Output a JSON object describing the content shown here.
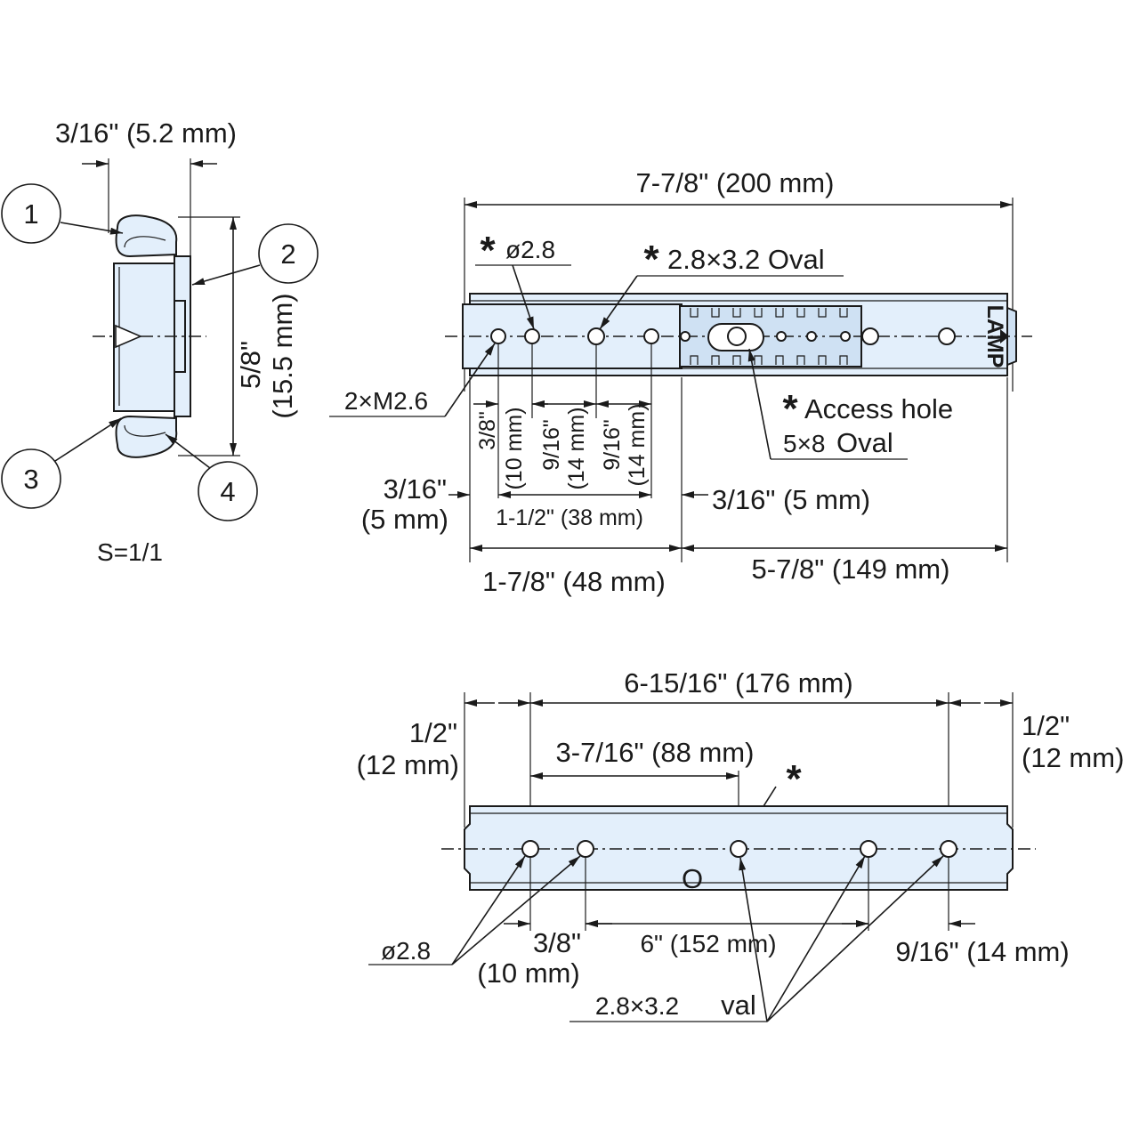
{
  "end_view": {
    "width_label": "3/16\" (5.2 mm)",
    "height_label_in": "5/8\"",
    "height_label_mm": "(15.5 mm)",
    "callouts": [
      "1",
      "2",
      "3",
      "4"
    ],
    "scale": "S=1/1"
  },
  "top_view": {
    "overall_length": "7-7/8\" (200 mm)",
    "star_dia": "ø2.8",
    "oval_note": "2.8×3.2 Oval",
    "screw_note": "2×M2.6",
    "access_hole": "Access hole",
    "access_oval_a": "5×8",
    "access_oval_b": "Oval",
    "dim_38_in": "3/8\"",
    "dim_38_mm": "(10 mm)",
    "dim_916a_in": "9/16\"",
    "dim_916a_mm": "(14 mm)",
    "dim_916b_in": "9/16\"",
    "dim_916b_mm": "(14 mm)",
    "dim_316_left_in": "3/16\"",
    "dim_316_left_mm": "(5 mm)",
    "dim_1_12": "1-1/2\" (38 mm)",
    "dim_316_right": "3/16\" (5 mm)",
    "dim_1_78": "1-7/8\" (48 mm)",
    "dim_5_78": "5-7/8\" (149 mm)",
    "logo": "LAMP"
  },
  "bottom_view": {
    "span_label": "6-15/16\" (176 mm)",
    "left_end_in": "1/2\"",
    "left_end_mm": "(12 mm)",
    "right_end_in": "1/2\"",
    "right_end_mm": "(12 mm)",
    "mid_span": "3-7/16\" (88 mm)",
    "dia_note": "ø2.8",
    "dim_38_in": "3/8\"",
    "dim_38_mm": "(10 mm)",
    "dim_6": "6\" (152 mm)",
    "dim_916": "9/16\" (14 mm)",
    "oval_a": "2.8×3.2",
    "oval_b": "val",
    "center_mark": "O"
  },
  "symbols": {
    "star": "*"
  }
}
